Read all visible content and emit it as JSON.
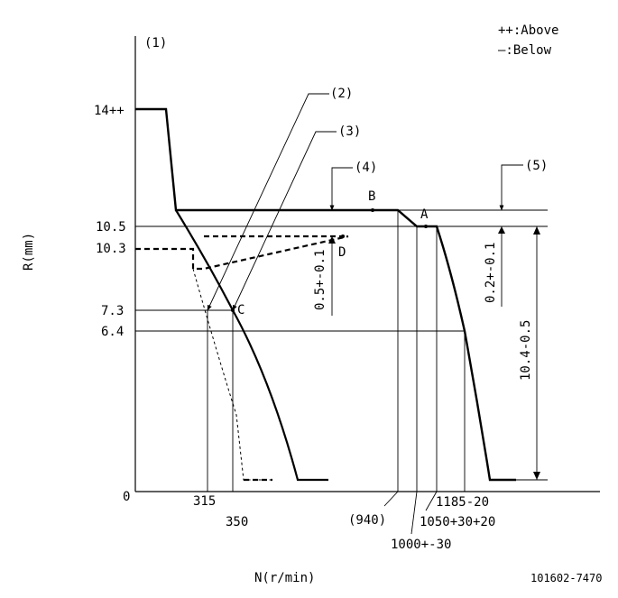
{
  "legend": {
    "above": "++:Above",
    "below": "—:Below"
  },
  "axes": {
    "y_label": "R(mm)",
    "x_label": "N(r/min)",
    "origin": "0"
  },
  "y_ticks": {
    "t14": "14++",
    "t105": "10.5",
    "t103": "10.3",
    "t73": "7.3",
    "t64": "6.4"
  },
  "x_ticks": {
    "t315": "315",
    "t350": "350",
    "t940": "(940)",
    "t1000": "1000+-30",
    "t1050": "1050+30+20",
    "t1185": "1185-20"
  },
  "callouts": {
    "c1": "(1)",
    "c2": "(2)",
    "c3": "(3)",
    "c4": "(4)",
    "c5": "(5)"
  },
  "points": {
    "a": "A",
    "b": "B",
    "c": "C",
    "d": "D"
  },
  "dimensions": {
    "d4": "0.5+-0.1",
    "d5": "0.2+-0.1",
    "d_right": "10.4-0.5"
  },
  "doc_id": "101602-7470"
}
